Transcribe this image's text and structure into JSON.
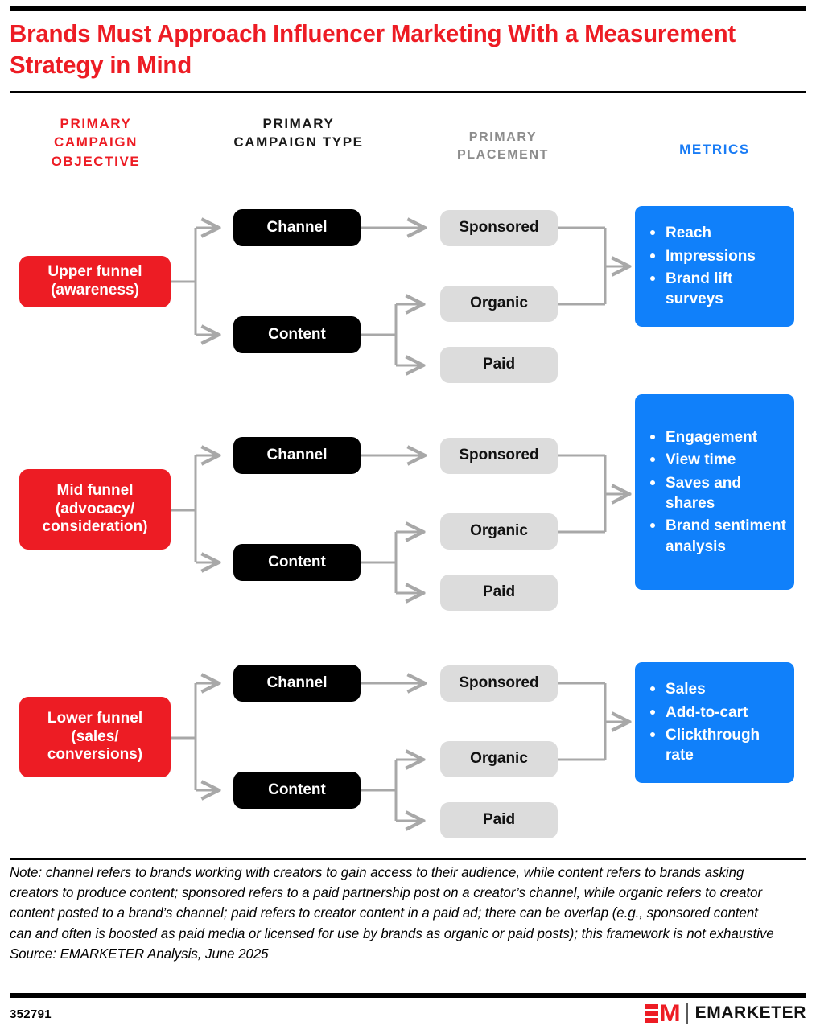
{
  "title": "Brands Must Approach Influencer Marketing With a Measurement Strategy in Mind",
  "columns": {
    "objective": "PRIMARY CAMPAIGN OBJECTIVE",
    "type": "PRIMARY CAMPAIGN TYPE",
    "placement": "PRIMARY PLACEMENT",
    "metrics": "METRICS"
  },
  "colors": {
    "red": "#ED1C24",
    "blue": "#1080FA",
    "black": "#000000",
    "gray_box": "#DCDCDC",
    "connector": "#A8A8A8",
    "placement_header": "#8C8C8C",
    "metrics_header": "#1A7CF5"
  },
  "rows": [
    {
      "objective": "Upper funnel (awareness)",
      "types": [
        "Channel",
        "Content"
      ],
      "placements": [
        "Sponsored",
        "Organic",
        "Paid"
      ],
      "metrics": [
        "Reach",
        "Impressions",
        "Brand lift surveys"
      ]
    },
    {
      "objective": "Mid funnel (advocacy/ consideration)",
      "types": [
        "Channel",
        "Content"
      ],
      "placements": [
        "Sponsored",
        "Organic",
        "Paid"
      ],
      "metrics": [
        "Engagement",
        "View time",
        "Saves and shares",
        "Brand sentiment analysis"
      ]
    },
    {
      "objective": "Lower funnel (sales/ conversions)",
      "types": [
        "Channel",
        "Content"
      ],
      "placements": [
        "Sponsored",
        "Organic",
        "Paid"
      ],
      "metrics": [
        "Sales",
        "Add-to-cart",
        "Clickthrough rate"
      ]
    }
  ],
  "note": "Note: channel refers to brands working with creators to gain access to their audience, while content refers to brands asking creators to produce content; sponsored refers to a paid partnership post on a creator’s channel, while organic refers to creator content posted to a brand’s channel; paid refers to creator content in a paid ad; there can be overlap (e.g., sponsored content can and often is boosted as paid media or licensed for use by brands as organic or paid posts); this framework is not exhaustive",
  "source": "Source: EMARKETER Analysis, June 2025",
  "footer": {
    "id": "352791",
    "logo_mark": "EM",
    "logo_word": "EMARKETER"
  }
}
